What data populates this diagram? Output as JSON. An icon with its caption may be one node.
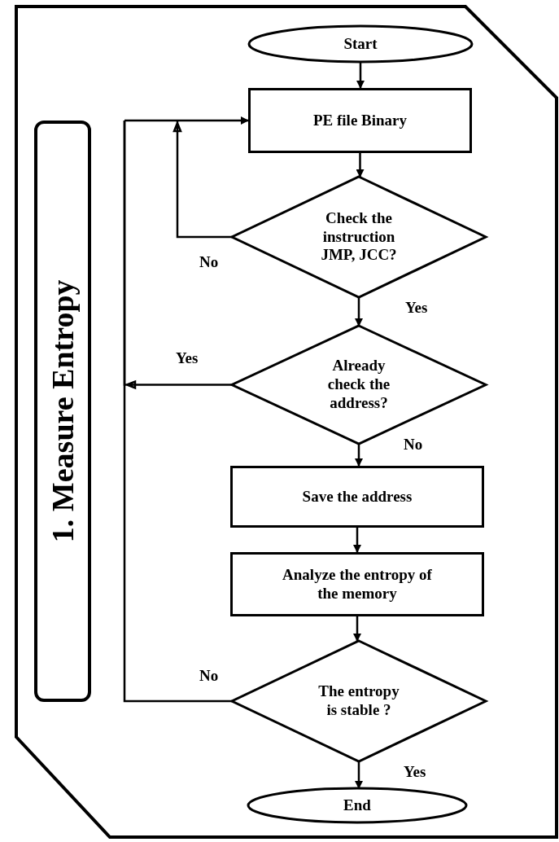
{
  "diagram": {
    "nodes": [
      {
        "text": [
          "1. Measure Entropy"
        ]
      },
      {
        "text": [
          "Start"
        ]
      },
      {
        "text": [
          "PE file Binary"
        ]
      },
      {
        "text": [
          "Check the instruction JMP, JCC?"
        ]
      },
      {
        "text": [
          "Already check the address?"
        ]
      },
      {
        "text": [
          "Save the address"
        ]
      },
      {
        "text": [
          "Analyze the entropy of the memory"
        ]
      },
      {
        "text": [
          "The entropy is stable ?"
        ]
      },
      {
        "text": [
          "End"
        ]
      }
    ],
    "edges": [
      {
        "from": 1,
        "to": 2,
        "arrow": "to"
      },
      {
        "from": 2,
        "to": 3,
        "arrow": "to"
      },
      {
        "from": 3,
        "to": 2,
        "arrow": "to",
        "label": "No"
      },
      {
        "from": 3,
        "to": 4,
        "arrow": "to",
        "label": "Yes"
      },
      {
        "from": 4,
        "to": 2,
        "arrow": "to",
        "label": "Yes"
      },
      {
        "from": 4,
        "to": 5,
        "arrow": "to",
        "label": "No"
      },
      {
        "from": 5,
        "to": 6,
        "arrow": "to"
      },
      {
        "from": 6,
        "to": 7,
        "arrow": "to"
      },
      {
        "from": 7,
        "to": 2,
        "arrow": "to",
        "label": "No"
      },
      {
        "from": 7,
        "to": 8,
        "arrow": "to",
        "label": "Yes"
      }
    ]
  }
}
